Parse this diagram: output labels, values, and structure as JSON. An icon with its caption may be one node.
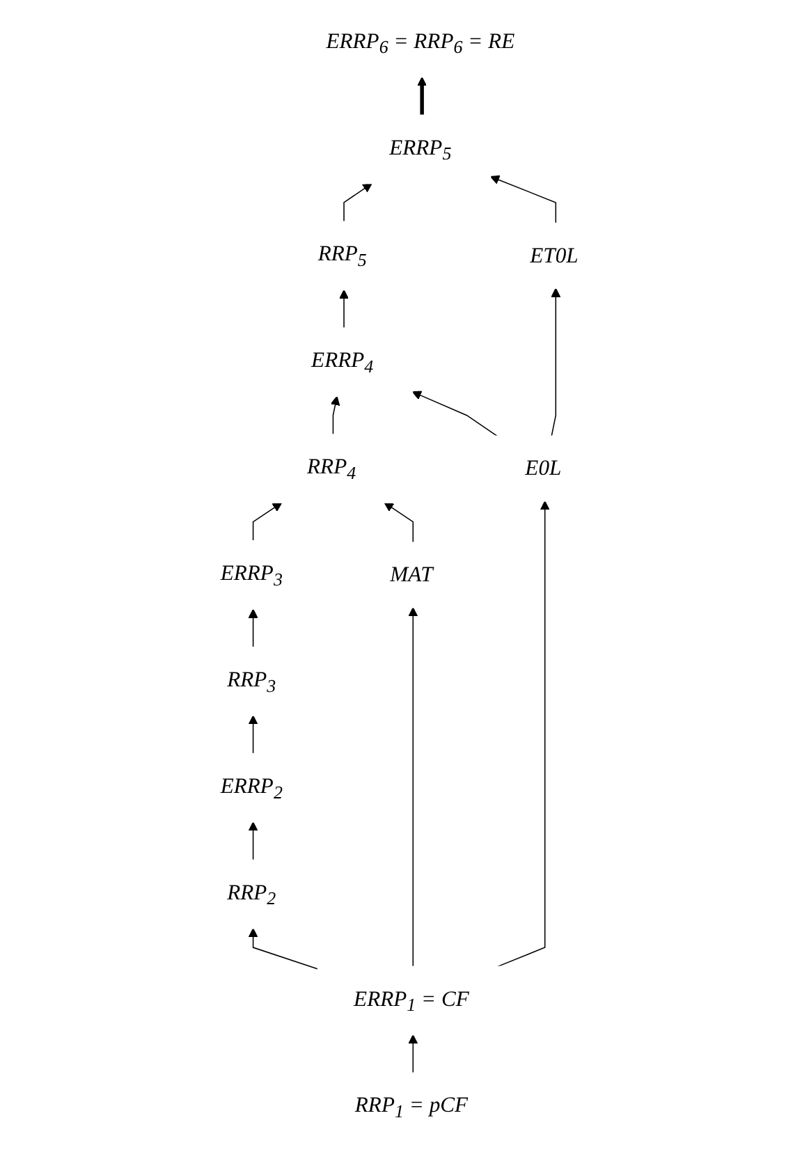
{
  "diagram": {
    "nodes": [
      {
        "text": [
          "ERRP$_{6}$ = RRP$_{6}$ = RE"
        ]
      },
      {
        "text": [
          "ERRP$_{5}$"
        ]
      },
      {
        "text": [
          "RRP$_{5}$"
        ]
      },
      {
        "text": [
          "ERRP$_{4}$"
        ]
      },
      {
        "text": [
          "ET0L"
        ]
      },
      {
        "text": [
          "RRP$_{4}$"
        ]
      },
      {
        "text": [
          "ERRP$_{3}$"
        ]
      },
      {
        "text": [
          "RRP$_{3}$"
        ]
      },
      {
        "text": [
          "ERRP$_{2}$"
        ]
      },
      {
        "text": [
          "E0L"
        ]
      },
      {
        "text": [
          "RRP$_{2}$"
        ]
      },
      {
        "text": [
          "MAT"
        ]
      },
      {
        "text": [
          "ERRP$_{1}$ = CF"
        ]
      },
      {
        "text": [
          "RRP$_{1}$ = pCF"
        ]
      }
    ],
    "edges": [
      {
        "from": 1,
        "to": 0,
        "arrow": "to",
        "style": "thick"
      },
      {
        "from": 2,
        "to": 1,
        "arrow": "to"
      },
      {
        "from": 3,
        "to": 2,
        "arrow": "to"
      },
      {
        "from": 4,
        "to": 1,
        "arrow": "to"
      },
      {
        "from": 5,
        "to": 3,
        "arrow": "to"
      },
      {
        "from": 6,
        "to": 5,
        "arrow": "to"
      },
      {
        "from": 7,
        "to": 6,
        "arrow": "to"
      },
      {
        "from": 8,
        "to": 7,
        "arrow": "to"
      },
      {
        "from": 10,
        "to": 8,
        "arrow": "to"
      },
      {
        "from": 9,
        "to": 4,
        "arrow": "to"
      },
      {
        "from": 9,
        "to": 3,
        "arrow": "to"
      },
      {
        "from": 11,
        "to": 5,
        "arrow": "to"
      },
      {
        "from": 12,
        "to": 9,
        "arrow": "to"
      },
      {
        "from": 12,
        "to": 10,
        "arrow": "to"
      },
      {
        "from": 12,
        "to": 11,
        "arrow": "to"
      },
      {
        "from": 13,
        "to": 12,
        "arrow": "to"
      }
    ]
  }
}
